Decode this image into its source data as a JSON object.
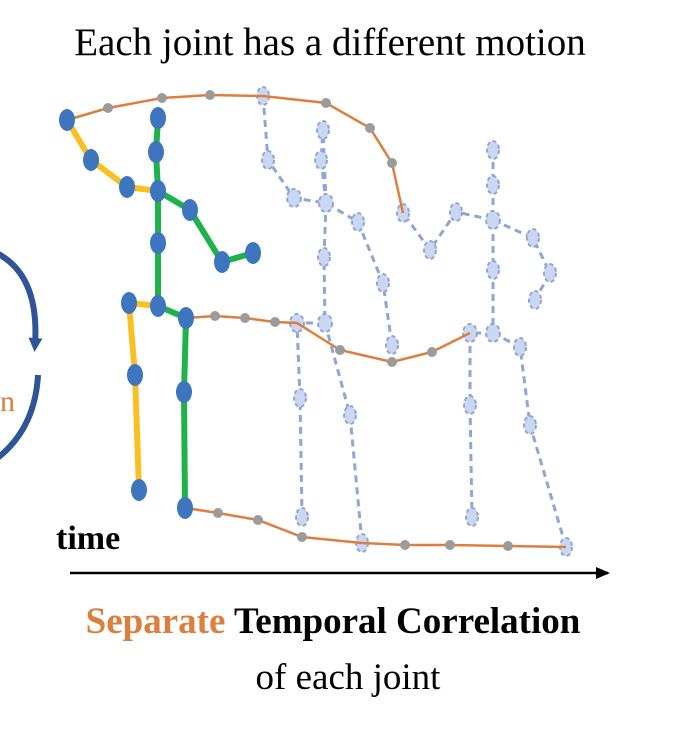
{
  "title": "Each joint has a different motion",
  "axis_label": "time",
  "caption": {
    "highlight": "Separate",
    "bold_rest": "Temporal Correlation",
    "line2": "of each joint"
  },
  "partial_left_text": "n",
  "colors": {
    "trajectory": "#dd7e3f",
    "traj_dot": "#9b9b9b",
    "joint": "#3d75be",
    "bone_yellow": "#f8c023",
    "bone_green": "#1db34a",
    "faded_joint": "#c9d7f0",
    "faded_bone": "#8ea6d6",
    "cycle_arrow": "#2e5597"
  }
}
